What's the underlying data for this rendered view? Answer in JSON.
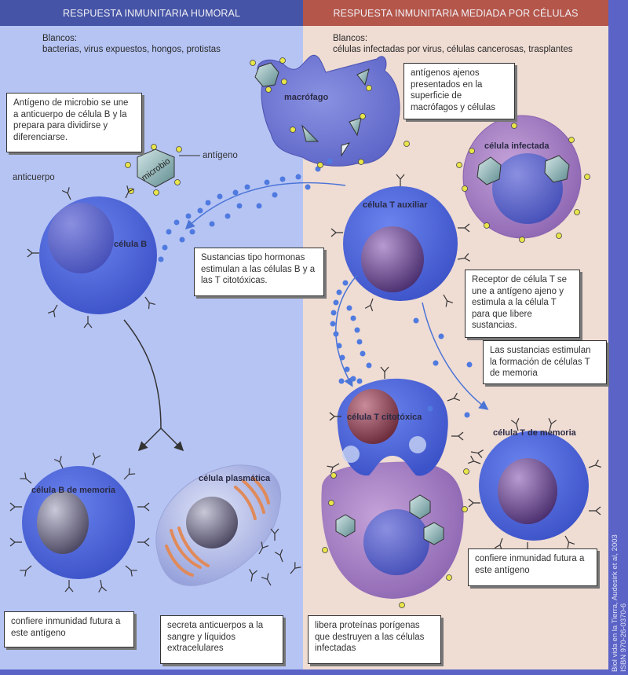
{
  "humoral": {
    "header": "RESPUESTA INMUNITARIA HUMORAL",
    "targets_title": "Blancos:",
    "targets": "bacterias, virus expuestos, hongos, protistas"
  },
  "cellular": {
    "header": "RESPUESTA INMUNITARIA MEDIADA POR CÉLULAS",
    "targets_title": "Blancos:",
    "targets": "células infectadas por virus, células cancerosas, trasplantes"
  },
  "cell_labels": {
    "macrophage": "macrófago",
    "infected_cell": "célula infectada",
    "helper_t": "célula T auxiliar",
    "b_cell": "célula B",
    "memory_b": "célula B de memoria",
    "plasma_cell": "célula plasmática",
    "cytotoxic_t": "célula T citotóxica",
    "memory_t": "célula T de memoria",
    "microbe": "microbio"
  },
  "part_labels": {
    "antigen": "antígeno",
    "antibody": "anticuerpo"
  },
  "callouts": {
    "microbe_antigen": "Antígeno de microbio se une a anticuerpo de célula B y la prepara para dividirse y diferenciarse.",
    "foreign_antigens": "antígenos ajenos presentados en la superficie de macrófagos y células",
    "hormone_substances": "Sustancias tipo hormonas estimulan a las células B y a las T citotóxicas.",
    "t_receptor": "Receptor de célula T se une a antígeno ajeno y estimula a la célula T para que libere sustancias.",
    "memory_t_formation": "Las sustancias estimulan la formación de células T de memoria",
    "memory_b_immunity": "confiere inmunidad futura a este antígeno",
    "plasma_secretes": "secreta anticuerpos a la sangre y líquidos extracelulares",
    "pore_proteins": "libera proteínas porígenas que destruyen a las células infectadas",
    "memory_t_immunity": "confiere inmunidad futura a este antígeno"
  },
  "credit": {
    "line1": "Biol vida en la Tierra, Audesirk et al, 2003",
    "line2": "ISBN 970-26-0370-6"
  },
  "colors": {
    "humoral_header": "#4554a6",
    "cellular_header": "#b4564a",
    "humoral_bg": "#b6c4f4",
    "cellular_bg": "#efdcd3",
    "cell_blue": "#4a62d8",
    "infected_purple": "#a77cc0",
    "antigen_yellow": "#e8e44a"
  }
}
